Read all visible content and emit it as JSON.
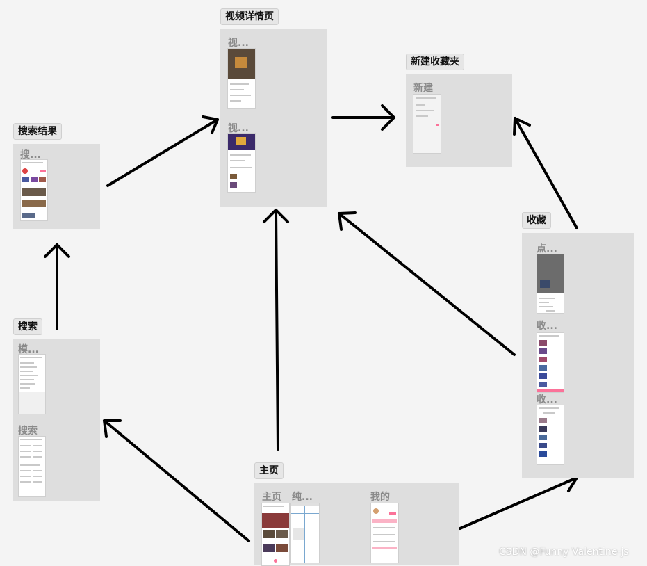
{
  "groups": {
    "video_detail": {
      "title": "视频详情页",
      "screens": [
        "视...",
        "视..."
      ]
    },
    "new_folder": {
      "title": "新建收藏夹",
      "screens": [
        "新建"
      ]
    },
    "search_result": {
      "title": "搜索结果",
      "screens": [
        "搜..."
      ]
    },
    "search": {
      "title": "搜索",
      "screens": [
        "模...",
        "搜索"
      ]
    },
    "favorites": {
      "title": "收藏",
      "screens": [
        "点...",
        "收...",
        "收..."
      ]
    },
    "home": {
      "title": "主页",
      "screens": [
        "主页",
        "纯...",
        "我的"
      ]
    }
  },
  "watermark": "CSDN @Funny Valentine-js",
  "colors": {
    "accent_pink": "#fb7299",
    "panel": "#dedede",
    "arrow": "#000000"
  }
}
